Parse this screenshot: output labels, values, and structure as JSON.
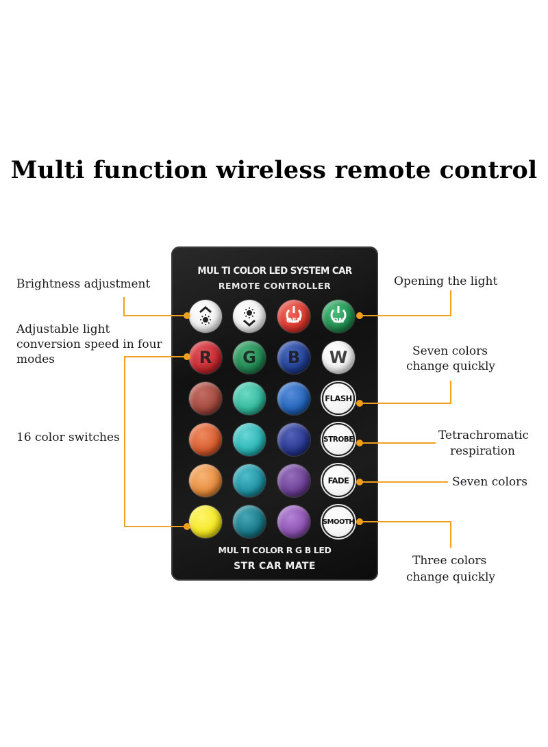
{
  "title": "Multi function wireless remote control",
  "remote": {
    "header_line1": "MUL TI COLOR LED SYSTEM CAR",
    "header_line2": "REMOTE CONTROLLER",
    "footer_line1": "MUL TI COLOR R G B LED",
    "footer_line2": "STR CAR MATE",
    "buttons": {
      "off_label": "OFF",
      "on_label": "ON",
      "r_label": "R",
      "g_label": "G",
      "b_label": "B",
      "w_label": "W",
      "flash_label": "FLASH",
      "strobe_label": "STROBE",
      "fade_label": "FADE",
      "smooth_label": "SMOOTH"
    },
    "colors": {
      "off_button": "#d9342b",
      "on_button": "#1f8a4c",
      "r": "#c4262e",
      "g": "#1f8550",
      "b": "#1e3c8e",
      "row3": [
        "#a0473c",
        "#2fb79b",
        "#2061b7"
      ],
      "row4": [
        "#d55a2c",
        "#26b3b3",
        "#26348c"
      ],
      "row5": [
        "#e68a3a",
        "#1d8fa0",
        "#6a3c92"
      ],
      "row6": [
        "#f4e61c",
        "#177686",
        "#8a4fb0"
      ]
    }
  },
  "callouts": {
    "brightness": "Brightness adjustment",
    "speed_line1": "Adjustable light",
    "speed_line2": "conversion speed in four",
    "speed_line3": "modes",
    "color_switches": "16 color switches",
    "opening": "Opening the light",
    "seven_quick_line1": "Seven colors",
    "seven_quick_line2": "change quickly",
    "tetra_line1": "Tetrachromatic",
    "tetra_line2": "respiration",
    "seven_colors": "Seven colors",
    "three_line1": "Three colors",
    "three_line2": "change quickly"
  },
  "accent_color": "#f0a01e"
}
